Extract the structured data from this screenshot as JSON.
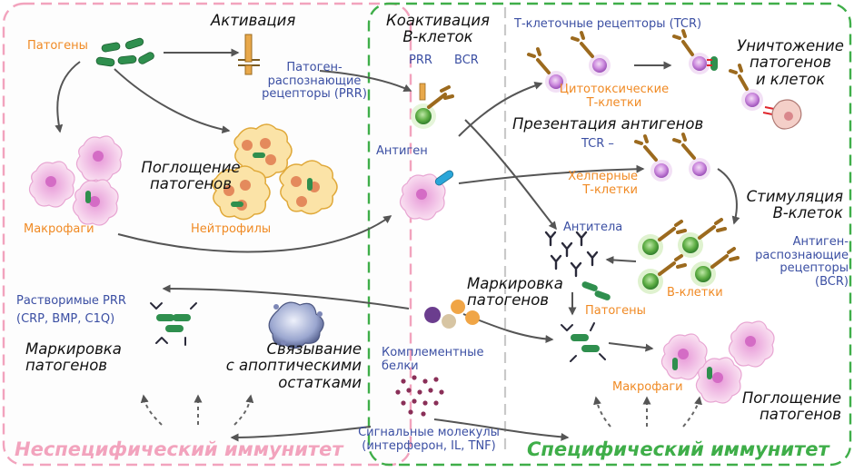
{
  "colors": {
    "innate_border": "#f2a3bd",
    "adaptive_border": "#3fae49",
    "center_border": "#c7c7c7",
    "label_orange": "#f08a24",
    "label_blue": "#3b4fa3",
    "arrow": "#555555"
  },
  "innate": {
    "header": "Неспецифический иммунитет",
    "pathogens_label": "Патогены",
    "activation_title": "Активация",
    "prr_label": "Патоген-\nраспознающие\nрецепторы (PRR)",
    "engulfment_title": "Поглощение\nпатогенов",
    "macrophages_label": "Макрофаги",
    "neutrophils_label": "Нейтрофилы",
    "soluble_prr_label": "Растворимые PRR\n(CRP, BMP, C1Q)",
    "marking_title": "Маркировка\nпатогенов",
    "apoptotic_title": "Связывание\nс апоптическими\nостатками"
  },
  "center": {
    "coactivation_title": "Коактивация\nB-клеток",
    "prr_short": "PRR",
    "bcr_short": "BCR",
    "antigen_label": "Антиген",
    "complement_label": "Комплементные\nбелки",
    "signal_label": "Сигнальные молекулы\n(интерферон, IL, TNF)"
  },
  "adaptive": {
    "header": "Специфический иммунитет",
    "tcr_label": "Т-клеточные рецепторы (TCR)",
    "cytotoxic_label": "Цитотоксические\nТ-клетки",
    "destruction_title": "Уничтожение\nпатогенов\nи клеток",
    "presentation_title": "Презентация  антигенов",
    "tcr_short": "TCR –",
    "helper_label": "Хелперные\nТ-клетки",
    "bstim_title": "Стимуляция\nB-клеток",
    "antibodies_label": "Антитела",
    "bcr_label": "Антиген-\nраспознающие\nрецепторы\n(BCR)",
    "marking_title": "Маркировка\nпатогенов",
    "pathogens_label": "Патогены",
    "bcells_label": "B-клетки",
    "macrophages_label": "Макрофаги",
    "engulfment_title": "Поглощение\nпатогенов"
  }
}
